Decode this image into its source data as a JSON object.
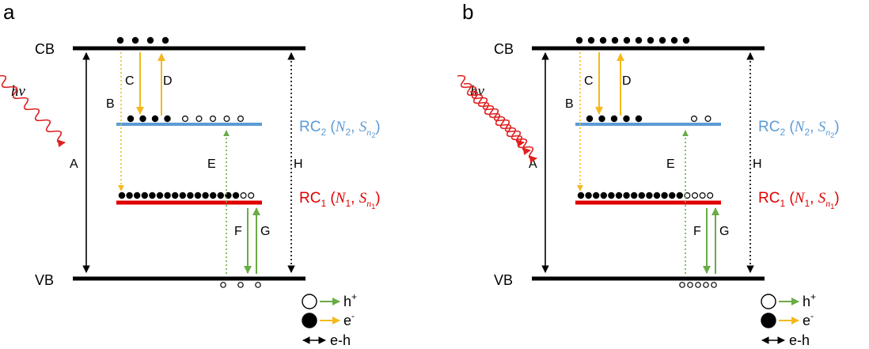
{
  "colors": {
    "black": "#000000",
    "rc2_blue": "#5b9bd5",
    "rc1_red": "#e00000",
    "electron_arrow": "#f5b81c",
    "hole_arrow": "#6aab46",
    "photon": "#e02020"
  },
  "panels": [
    {
      "id": "a",
      "panel_label": "a",
      "cb_label": "CB",
      "vb_label": "VB",
      "photon_label": "hν",
      "photon_waves": 1,
      "labels": {
        "A": "A",
        "B": "B",
        "C": "C",
        "D": "D",
        "E": "E",
        "F": "F",
        "G": "G",
        "H": "H"
      },
      "rc2": {
        "prefix": "RC",
        "sub": "2",
        "N": "N",
        "N_sub": "2",
        "S": "S",
        "S_sub": "n",
        "S_subsub": "2"
      },
      "rc1": {
        "prefix": "RC",
        "sub": "1",
        "N": "N",
        "N_sub": "1",
        "S": "S",
        "S_sub": "n",
        "S_subsub": "1"
      },
      "cb_electrons": 4,
      "rc2_electrons": 4,
      "rc2_holes": 5,
      "rc1_electrons": 16,
      "rc1_holes": 2,
      "vb_holes": 3
    },
    {
      "id": "b",
      "panel_label": "b",
      "cb_label": "CB",
      "vb_label": "VB",
      "photon_label": "hν",
      "photon_waves": 3,
      "labels": {
        "A": "A",
        "B": "B",
        "C": "C",
        "D": "D",
        "E": "E",
        "F": "F",
        "G": "G",
        "H": "H"
      },
      "rc2": {
        "prefix": "RC",
        "sub": "2",
        "N": "N",
        "N_sub": "2",
        "S": "S",
        "S_sub": "n",
        "S_subsub": "2"
      },
      "rc1": {
        "prefix": "RC",
        "sub": "1",
        "N": "N",
        "N_sub": "1",
        "S": "S",
        "S_sub": "n",
        "S_subsub": "1"
      },
      "cb_electrons": 10,
      "rc2_electrons": 5,
      "rc2_holes": 2,
      "rc1_electrons": 14,
      "rc1_holes": 4,
      "vb_holes": 5
    }
  ],
  "legend": [
    {
      "label": "h",
      "sup": "+"
    },
    {
      "label": "e",
      "sup": "-"
    },
    {
      "label": "e-h",
      "sup": ""
    }
  ]
}
